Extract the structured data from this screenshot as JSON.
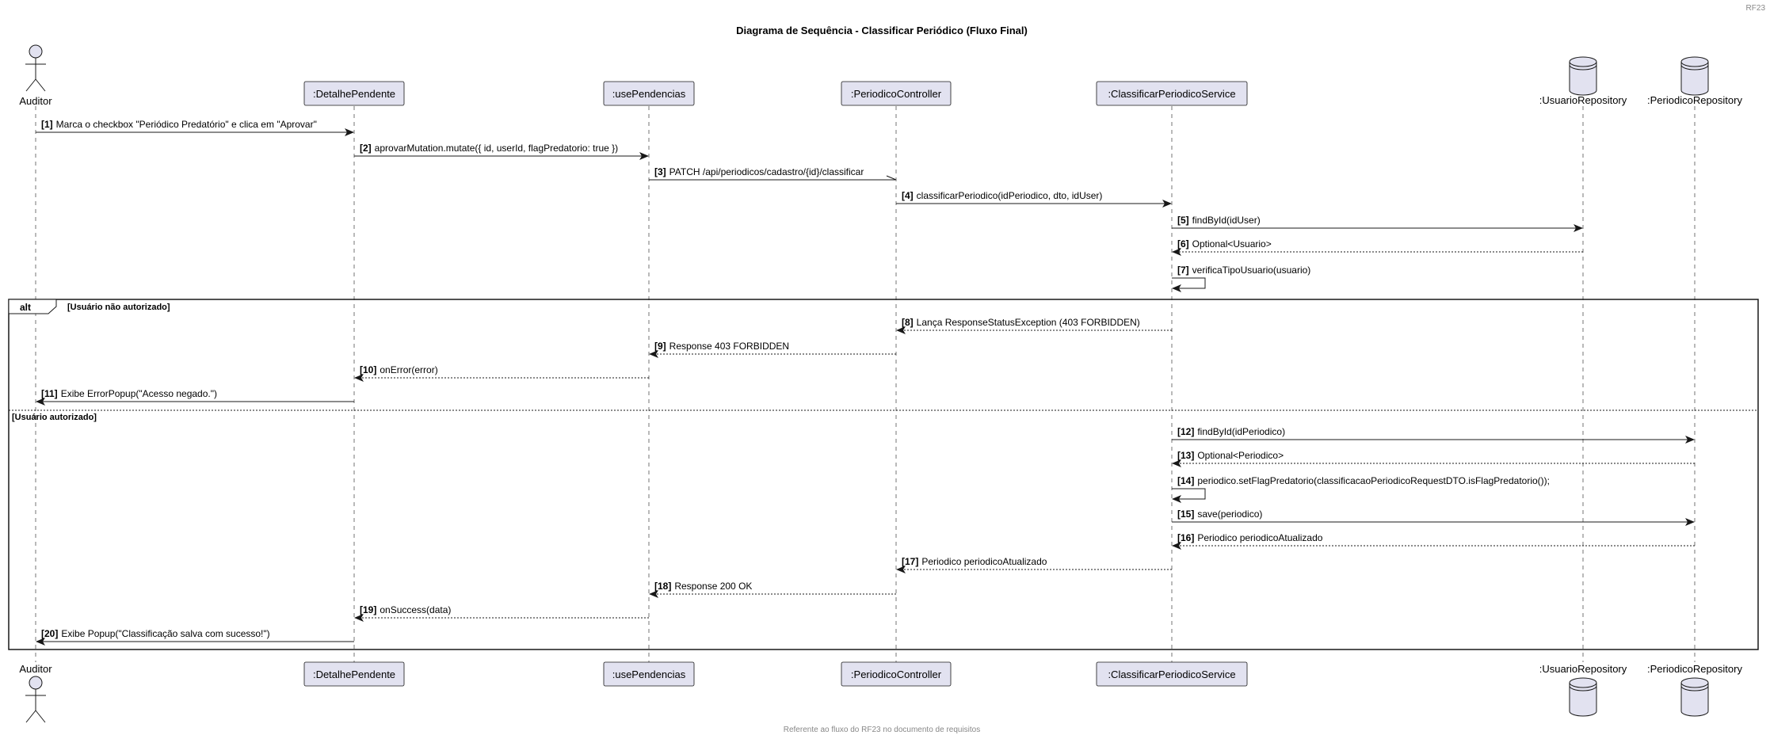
{
  "header_note": "RF23",
  "title": "Diagrama de Sequência - Classificar Periódico (Fluxo Final)",
  "footer": "Referente ao fluxo do RF23 no documento de requisitos",
  "participants": [
    {
      "id": "auditor",
      "label": "Auditor",
      "kind": "actor"
    },
    {
      "id": "detalhe",
      "label": ":DetalhePendente",
      "kind": "box"
    },
    {
      "id": "usepend",
      "label": ":usePendencias",
      "kind": "box"
    },
    {
      "id": "controller",
      "label": ":PeriodicoController",
      "kind": "box"
    },
    {
      "id": "service",
      "label": ":ClassificarPeriodicoService",
      "kind": "box"
    },
    {
      "id": "userrepo",
      "label": ":UsuarioRepository",
      "kind": "database"
    },
    {
      "id": "perrepo",
      "label": ":PeriodicoRepository",
      "kind": "database"
    }
  ],
  "messages": [
    {
      "num": "[1]",
      "text": "Marca o checkbox \"Periódico Predatório\" e clica em \"Aprovar\"",
      "from": "auditor",
      "to": "detalhe",
      "style": "sync"
    },
    {
      "num": "[2]",
      "text": "aprovarMutation.mutate({ id, userId, flagPredatorio: true })",
      "from": "detalhe",
      "to": "usepend",
      "style": "sync"
    },
    {
      "num": "[3]",
      "text": "PATCH /api/periodicos/cadastro/{id}/classificar",
      "from": "usepend",
      "to": "controller",
      "style": "async"
    },
    {
      "num": "[4]",
      "text": "classificarPeriodico(idPeriodico, dto, idUser)",
      "from": "controller",
      "to": "service",
      "style": "sync"
    },
    {
      "num": "[5]",
      "text": "findById(idUser)",
      "from": "service",
      "to": "userrepo",
      "style": "sync"
    },
    {
      "num": "[6]",
      "text": "Optional<Usuario>",
      "from": "userrepo",
      "to": "service",
      "style": "return"
    },
    {
      "num": "[7]",
      "text": "verificaTipoUsuario(usuario)",
      "from": "service",
      "to": "service",
      "style": "self"
    },
    {
      "num": "[8]",
      "text": "Lança ResponseStatusException (403 FORBIDDEN)",
      "from": "service",
      "to": "controller",
      "style": "return"
    },
    {
      "num": "[9]",
      "text": "Response 403 FORBIDDEN",
      "from": "controller",
      "to": "usepend",
      "style": "return"
    },
    {
      "num": "[10]",
      "text": "onError(error)",
      "from": "usepend",
      "to": "detalhe",
      "style": "return"
    },
    {
      "num": "[11]",
      "text": "Exibe ErrorPopup(\"Acesso negado.\")",
      "from": "detalhe",
      "to": "auditor",
      "style": "sync"
    },
    {
      "num": "[12]",
      "text": "findById(idPeriodico)",
      "from": "service",
      "to": "perrepo",
      "style": "sync"
    },
    {
      "num": "[13]",
      "text": "Optional<Periodico>",
      "from": "perrepo",
      "to": "service",
      "style": "return"
    },
    {
      "num": "[14]",
      "text": "periodico.setFlagPredatorio(classificacaoPeriodicoRequestDTO.isFlagPredatorio());",
      "from": "service",
      "to": "service",
      "style": "self"
    },
    {
      "num": "[15]",
      "text": "save(periodico)",
      "from": "service",
      "to": "perrepo",
      "style": "sync"
    },
    {
      "num": "[16]",
      "text": "Periodico periodicoAtualizado",
      "from": "perrepo",
      "to": "service",
      "style": "return"
    },
    {
      "num": "[17]",
      "text": "Periodico periodicoAtualizado",
      "from": "service",
      "to": "controller",
      "style": "return"
    },
    {
      "num": "[18]",
      "text": "Response 200 OK",
      "from": "controller",
      "to": "usepend",
      "style": "return"
    },
    {
      "num": "[19]",
      "text": "onSuccess(data)",
      "from": "usepend",
      "to": "detalhe",
      "style": "return"
    },
    {
      "num": "[20]",
      "text": "Exibe Popup(\"Classificação salva com sucesso!\")",
      "from": "detalhe",
      "to": "auditor",
      "style": "sync"
    }
  ],
  "alt_fragment": {
    "keyword": "alt",
    "guard1": "[Usuário não autorizado]",
    "guard2": "[Usuário autorizado]"
  },
  "colors": {
    "line": "#181818",
    "participant_fill": "#E2E2F0",
    "participant_border": "#181818",
    "background": "#FFFFFF"
  }
}
